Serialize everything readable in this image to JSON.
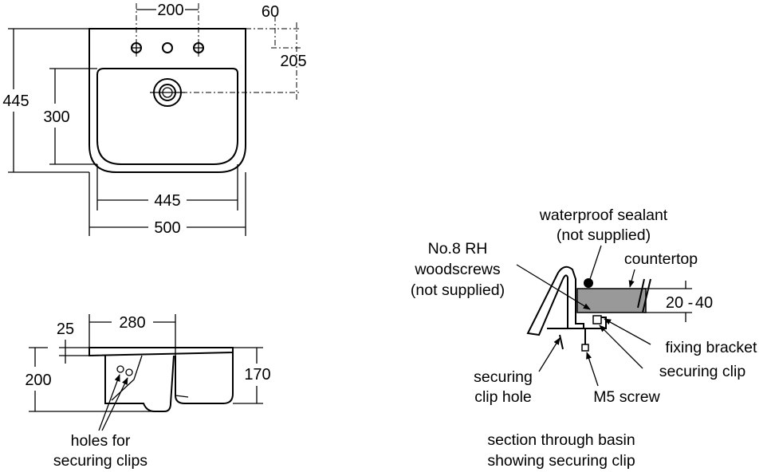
{
  "top_view": {
    "dim_width_outer": "500",
    "dim_width_inner": "445",
    "dim_depth_outer": "445",
    "dim_bowl_depth": "300",
    "dim_tap_spacing": "200",
    "dim_tap_offset": "60",
    "dim_waste_offset": "205"
  },
  "side_view": {
    "dim_top_length": "280",
    "dim_rim": "25",
    "dim_height": "200",
    "dim_bowl_height": "170",
    "label_holes": [
      "holes for",
      "securing clips"
    ]
  },
  "section": {
    "label_sealant": [
      "waterproof sealant",
      "(not supplied)"
    ],
    "label_countertop": "countertop",
    "label_screws": [
      "No.8 RH",
      "woodscrews",
      "(not supplied)"
    ],
    "label_thickness_min": "20",
    "label_thickness_sep": "-",
    "label_thickness_max": "40",
    "label_fixing_bracket": "fixing bracket",
    "label_securing_clip": "securing clip",
    "label_clip_hole": [
      "securing",
      "clip hole"
    ],
    "label_m5": "M5 screw",
    "caption": [
      "section through basin",
      "showing securing clip"
    ]
  }
}
